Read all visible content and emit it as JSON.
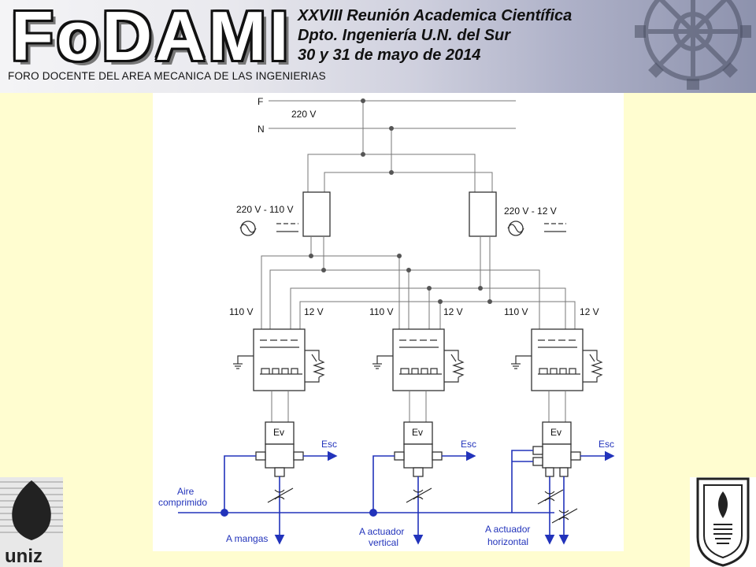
{
  "header": {
    "logo_text": "FoDAMI",
    "event_line1": "XXVIII Reunión Academica Científica",
    "event_line2": "Dpto. Ingeniería U.N. del Sur",
    "event_line3": "30 y 31 de mayo de 2014",
    "forum_name": "FORO DOCENTE DEL AREA MECANICA DE LAS INGENIERIAS"
  },
  "diagram": {
    "phase_label": "F",
    "neutral_label": "N",
    "mains_voltage": "220 V",
    "transformer_left_label": "220 V - 110 V",
    "transformer_right_label": "220 V - 12 V",
    "controllers": [
      {
        "v110": "110 V",
        "v12": "12 V",
        "valve": "Ev",
        "exhaust": "Esc"
      },
      {
        "v110": "110 V",
        "v12": "12 V",
        "valve": "Ev",
        "exhaust": "Esc"
      },
      {
        "v110": "110 V",
        "v12": "12 V",
        "valve": "Ev",
        "exhaust": "Esc"
      }
    ],
    "air_label_1": "Aire",
    "air_label_2": "comprimido",
    "out_mangas": "A mangas",
    "out_vertical_1": "A actuador",
    "out_vertical_2": "vertical",
    "out_horizontal_1": "A actuador",
    "out_horizontal_2": "horizontal"
  },
  "footer": {
    "left_logo_text": "uniz"
  }
}
